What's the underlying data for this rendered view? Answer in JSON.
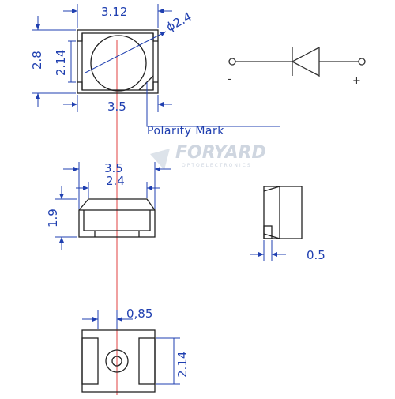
{
  "colors": {
    "outline": "#222222",
    "dimension": "#1f3fb0",
    "centerline": "#e04040",
    "watermark": "#cfd6e0"
  },
  "top_view": {
    "width_top": "3.12",
    "diameter": "ϕ2.4",
    "height_outer": "2.8",
    "height_inner": "2.14",
    "width_bottom": "3.5",
    "polarity_label": "Polarity Mark"
  },
  "side_view": {
    "width_outer": "3.5",
    "width_inner": "2.4",
    "height": "1.9"
  },
  "end_view": {
    "lead": "0.5"
  },
  "bottom_view": {
    "pad_offset": "0,85",
    "pad_height": "2.14"
  },
  "symbol": {
    "minus": "-",
    "plus": "+"
  },
  "watermark": {
    "text": "FORYARD",
    "sub": "OPTOELECTRONICS"
  }
}
